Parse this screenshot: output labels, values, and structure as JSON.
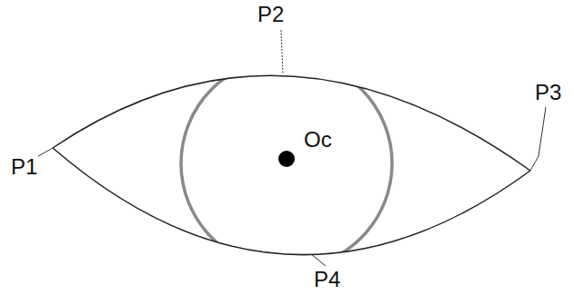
{
  "diagram": {
    "labels": [
      "P2",
      "P1",
      "Oc",
      "P3",
      "P4"
    ]
  }
}
